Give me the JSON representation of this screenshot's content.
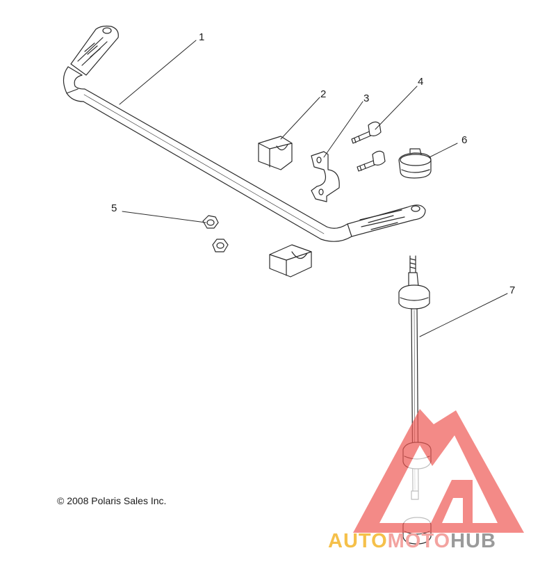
{
  "callouts": [
    "1",
    "2",
    "3",
    "4",
    "5",
    "6",
    "7"
  ],
  "copyright": "© 2008 Polaris Sales Inc.",
  "watermark": {
    "part1": "AUTO",
    "part2": "MOTO",
    "part3": "HUB",
    "colors": {
      "part1": "#f5c04a",
      "part2": "#f3a3a0",
      "part3": "#9a9a9a",
      "triangle": "#ef5a55"
    }
  }
}
